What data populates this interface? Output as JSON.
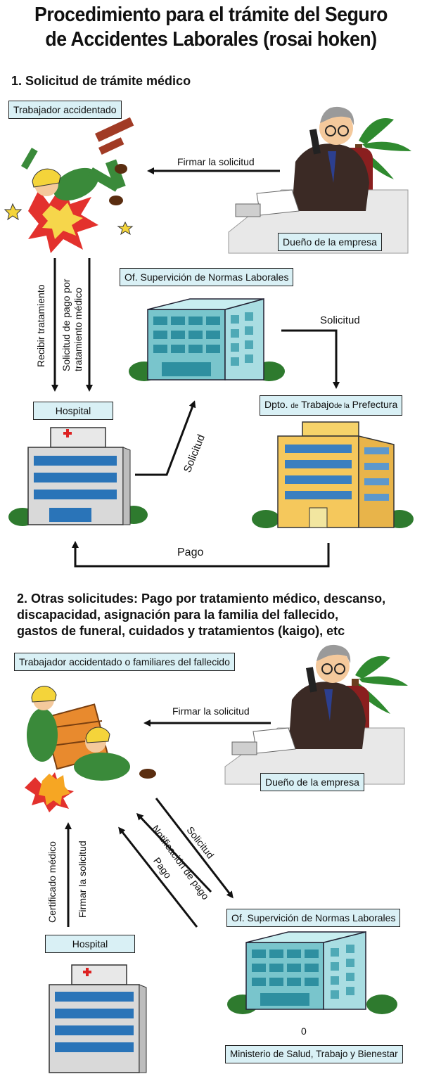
{
  "title": {
    "line1": "Procedimiento para el trámite del Seguro",
    "line2": "de Accidentes Laborales (rosai hoken)"
  },
  "section1": {
    "heading": "1. Solicitud de trámite médico",
    "labels": {
      "worker": "Trabajador accidentado",
      "owner": "Dueño de la empresa",
      "supervision": "Of. Supervición de Normas Laborales",
      "hospital": "Hospital",
      "prefecture_prefix": "Dpto.",
      "prefecture_de": "de",
      "prefecture_trabajo": "Trabajo",
      "prefecture_dela": "de la",
      "prefecture_suffix": "Prefectura"
    },
    "arrows": {
      "sign": "Firmar la solicitud",
      "receive_treatment": "Recibir tratamiento",
      "payment_request_1": "Solicitud de pago por",
      "payment_request_2": "tratamiento médico",
      "request_right": "Solicitud",
      "request_diag": "Solicitud",
      "payment": "Pago"
    }
  },
  "section2": {
    "heading_line1": "2. Otras solicitudes: Pago por tratamiento médico, descanso,",
    "heading_line2": "discapacidad, asignación para la familia del fallecido,",
    "heading_line3": "gastos de funeral, cuidados y tratamientos (kaigo), etc",
    "labels": {
      "worker_family": "Trabajador accidentado o familiares del fallecido",
      "owner": "Dueño de la empresa",
      "supervision": "Of. Supervición de Normas Laborales",
      "hospital": "Hospital",
      "ministry": "Ministerio de Salud, Trabajo y Bienestar",
      "ministry_marker": "0"
    },
    "arrows": {
      "sign": "Firmar la solicitud",
      "medical_cert": "Certificado médico",
      "sign_request": "Firmar la solicitud",
      "request": "Solicitud",
      "payment_notice": "Notificación de pago",
      "payment": "Pago"
    }
  },
  "icons": [
    "injured-worker-icon",
    "boss-on-phone-icon",
    "office-building-icon",
    "hospital-building-icon",
    "prefecture-building-icon",
    "workers-with-crate-icon"
  ]
}
